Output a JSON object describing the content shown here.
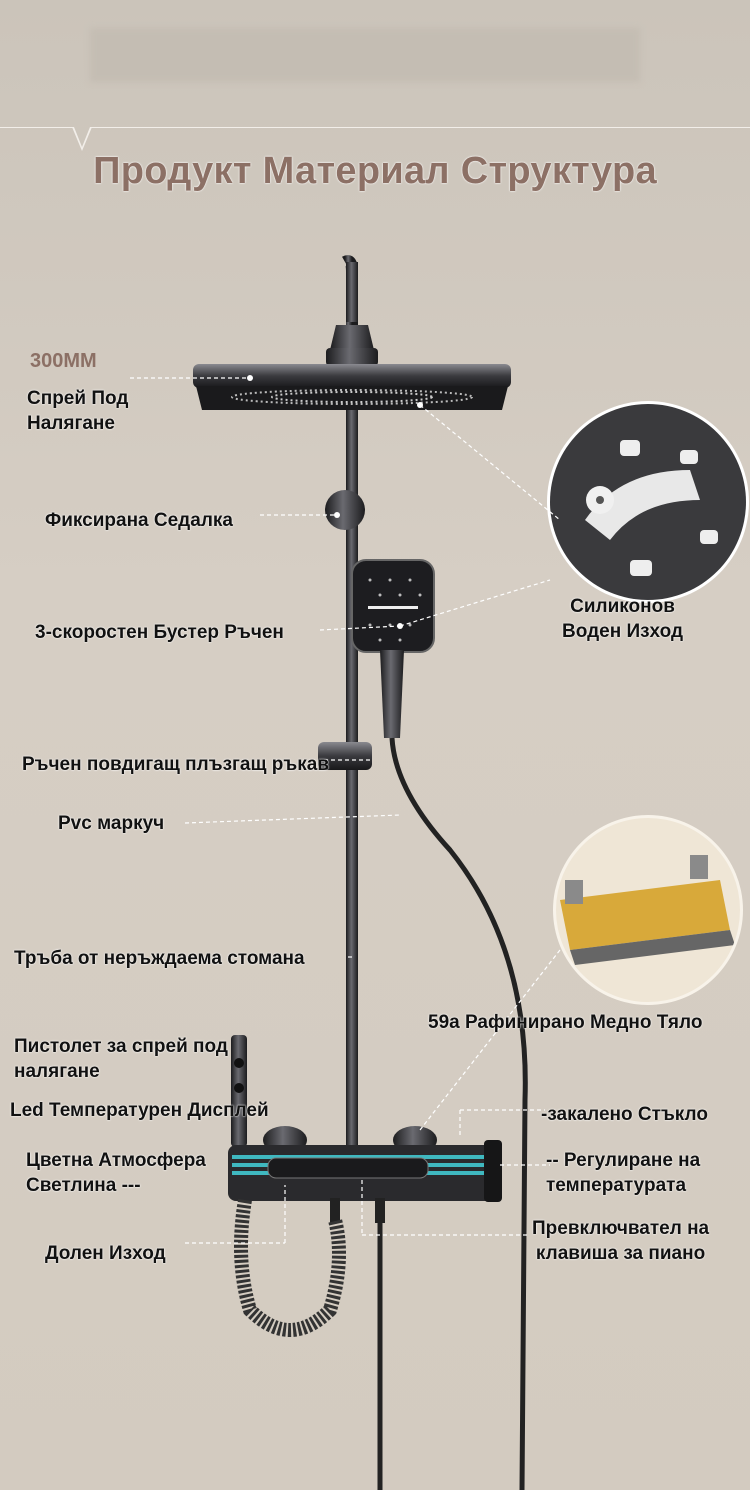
{
  "title": "Продукт Материал Структура",
  "dimension": "300MM",
  "labels": {
    "top_spray": [
      "Спрей Под",
      "Налягане"
    ],
    "fixed_seat": "Фиксирана Седалка",
    "booster_hand": "3-скоростен Бустер Ръчен",
    "silicone_outlet": [
      "Силиконов",
      "Воден Изход"
    ],
    "sliding_sleeve": "Ръчен повдигащ плъзгащ ръкав",
    "pvc_hose": "Pvc маркуч",
    "steel_pipe": "Тръба от неръждаема стомана",
    "copper_body": "59a Рафинирано Медно Тяло",
    "spray_gun": [
      "Пистолет за спрей под",
      "налягане"
    ],
    "led_display": "Led Температурен Дисплей",
    "tempered_glass": "-закалено Стъкло",
    "ambient_light": [
      "Цветна Атмосфера",
      "Светлина ---"
    ],
    "temp_control": [
      "-- Регулиране на",
      "температурата"
    ],
    "bottom_outlet": "Долен Изход",
    "piano_switch": [
      "Превключвател на",
      "клавиша за пиано"
    ]
  },
  "colors": {
    "background": "#d3cbc0",
    "title": "#8c7065",
    "metal": "#2b2b2e",
    "accent_light": "#3fb8c0",
    "copper": "#d8a93a"
  }
}
